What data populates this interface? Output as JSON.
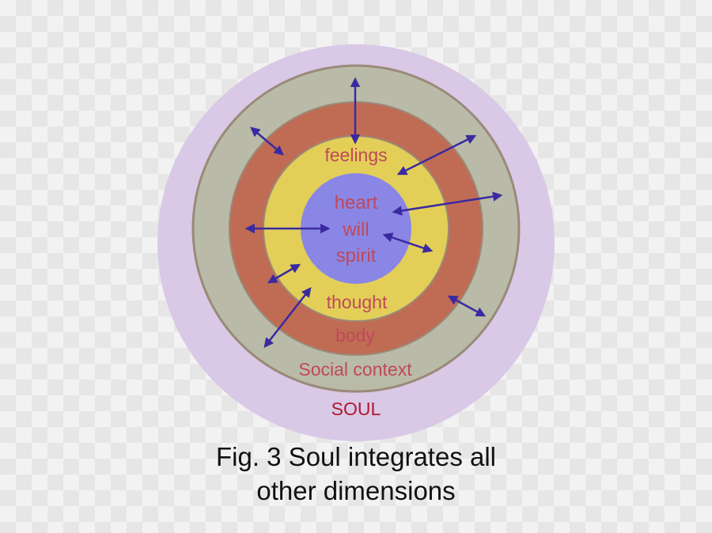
{
  "diagram": {
    "labels": {
      "soul": "SOUL",
      "social": "Social context",
      "body": "body",
      "feelings": "feelings",
      "thought": "thought",
      "heart": "heart",
      "will": "will",
      "spirit": "spirit"
    },
    "colors": {
      "soul_ring": "#d9c8e6",
      "social_ring": "#b9bba8",
      "body_ring": "#c06c55",
      "mind_ring": "#e3cf58",
      "core": "#8a86e6",
      "ring_border": "#9a8a78",
      "arrow": "#3a2aa0",
      "label_text": "#c0485a",
      "soul_text": "#b01830"
    }
  },
  "caption": {
    "line1": "Fig. 3 Soul integrates all",
    "line2": "other dimensions"
  }
}
